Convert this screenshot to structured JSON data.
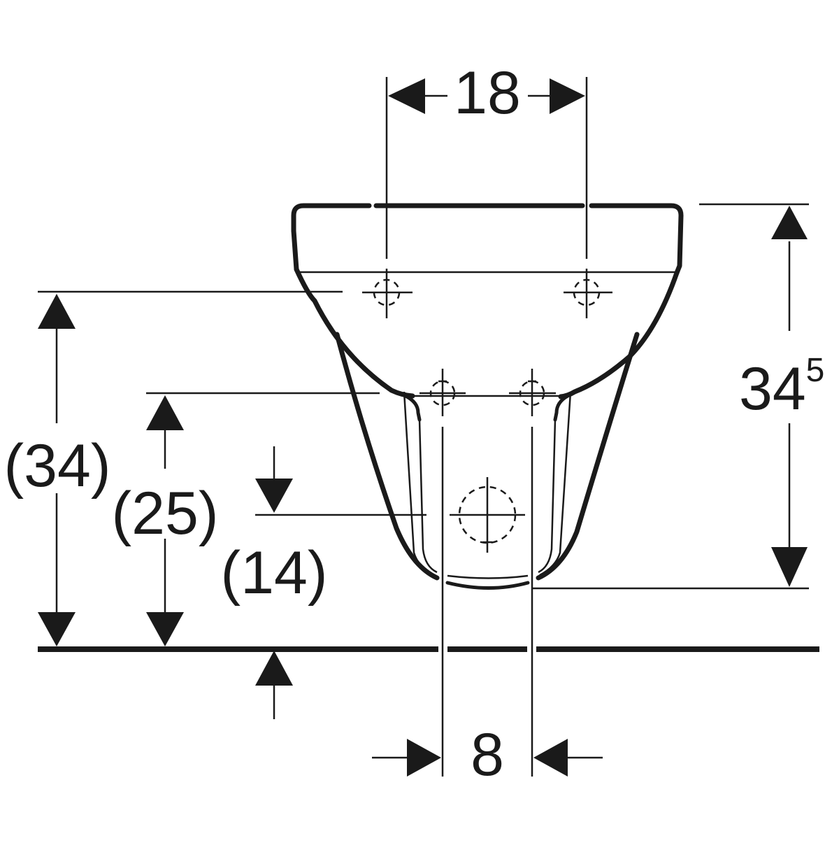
{
  "diagram": {
    "subject": "Wall-hung bidet dimension drawing (front view)",
    "colors": {
      "line": "#1a1a1a",
      "background": "#ffffff"
    },
    "dimensions": {
      "top_width": {
        "label": "18",
        "orientation": "horizontal",
        "description": "Distance between upper fixing bolts"
      },
      "bottom_width": {
        "label": "8",
        "orientation": "horizontal",
        "description": "Distance between lower supply connections"
      },
      "right_height": {
        "label_main": "34",
        "label_superscript": "5",
        "orientation": "vertical",
        "description": "Height of bowl from rim to bottom"
      },
      "left_height_bolts": {
        "label": "(34)",
        "orientation": "vertical",
        "description": "Height of upper fixing bolts above floor"
      },
      "left_height_supply": {
        "label": "(25)",
        "orientation": "vertical",
        "description": "Height of supply connections above floor"
      },
      "left_height_drain": {
        "label": "(14)",
        "orientation": "vertical",
        "description": "Height of drain outlet above floor"
      }
    },
    "reference_lines": {
      "floor": "floor-line"
    }
  }
}
